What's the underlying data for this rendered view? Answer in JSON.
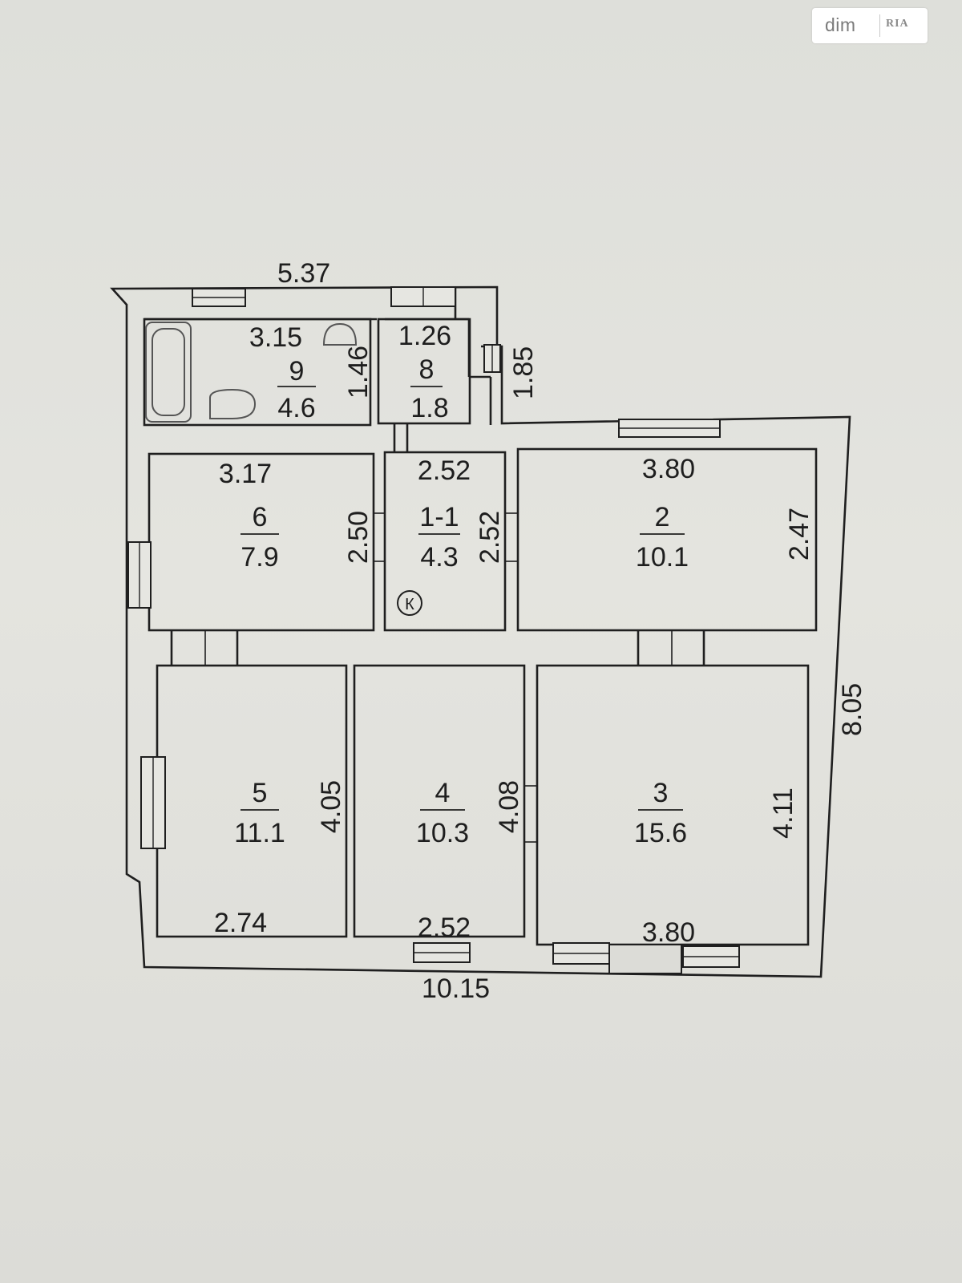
{
  "watermark": {
    "text": "dim",
    "logo": "RIA"
  },
  "plan": {
    "dimensions": {
      "top_total": "5.37",
      "right_total": "8.05",
      "bottom_total": "10.15",
      "notch_height": "1.85"
    },
    "rooms": [
      {
        "id": "9",
        "area": "4.6",
        "width": "3.15",
        "depth": "1.46"
      },
      {
        "id": "8",
        "area": "1.8",
        "width": "1.26"
      },
      {
        "id": "6",
        "area": "7.9",
        "width": "3.17",
        "depth": "2.50"
      },
      {
        "id": "1-1",
        "area": "4.3",
        "width": "2.52",
        "depth": "2.52",
        "marker": "К"
      },
      {
        "id": "2",
        "area": "10.1",
        "width": "3.80",
        "depth": "2.47"
      },
      {
        "id": "5",
        "area": "11.1",
        "width": "2.74",
        "depth": "4.05"
      },
      {
        "id": "4",
        "area": "10.3",
        "width": "2.52",
        "depth": "4.08"
      },
      {
        "id": "3",
        "area": "15.6",
        "width": "3.80",
        "depth": "4.11"
      }
    ]
  },
  "colors": {
    "wall": "#1f1f1f",
    "background": "#e0e0db",
    "fixture": "#555555"
  }
}
